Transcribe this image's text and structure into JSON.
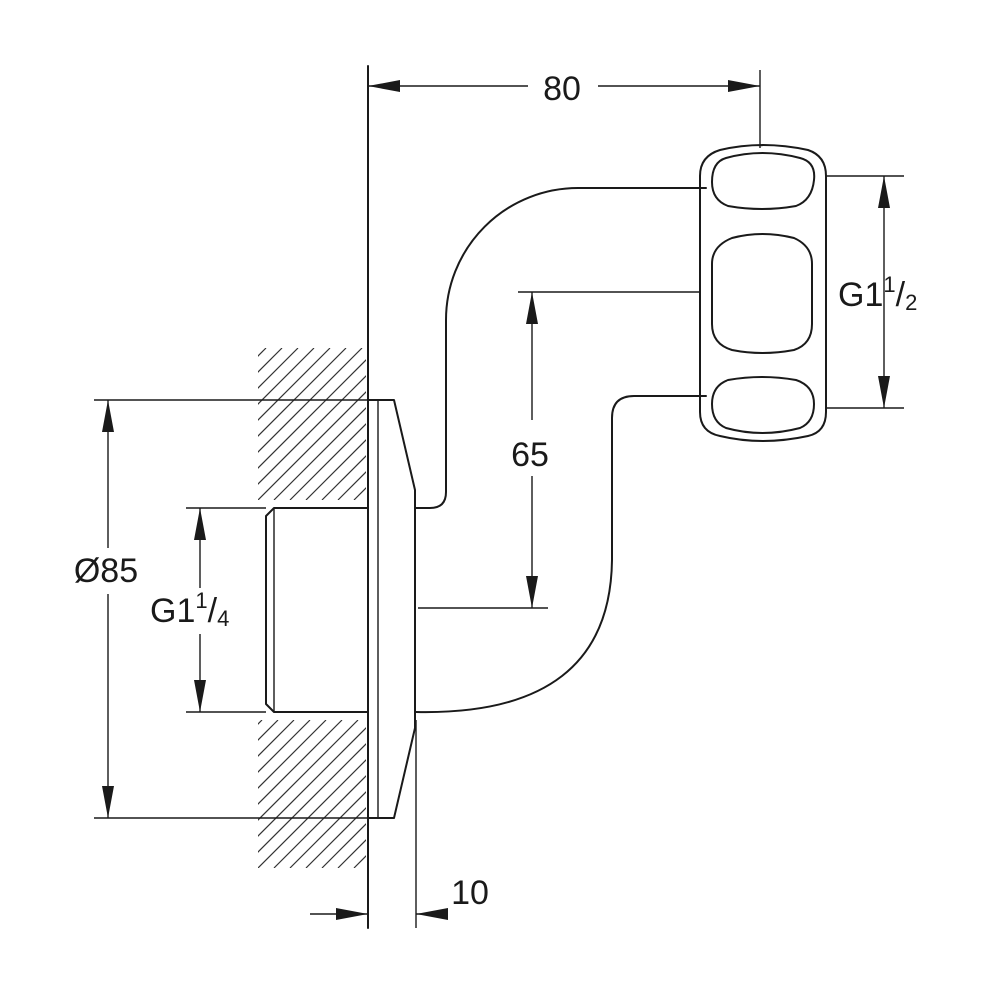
{
  "dimensions": {
    "width_offset": "80",
    "thread_outlet": {
      "base": "G1",
      "num": "1",
      "den": "2"
    },
    "height_offset": "65",
    "rosette_diameter": "Ø85",
    "thread_inlet": {
      "base": "G1",
      "num": "1",
      "den": "4"
    },
    "rosette_depth": "10"
  }
}
